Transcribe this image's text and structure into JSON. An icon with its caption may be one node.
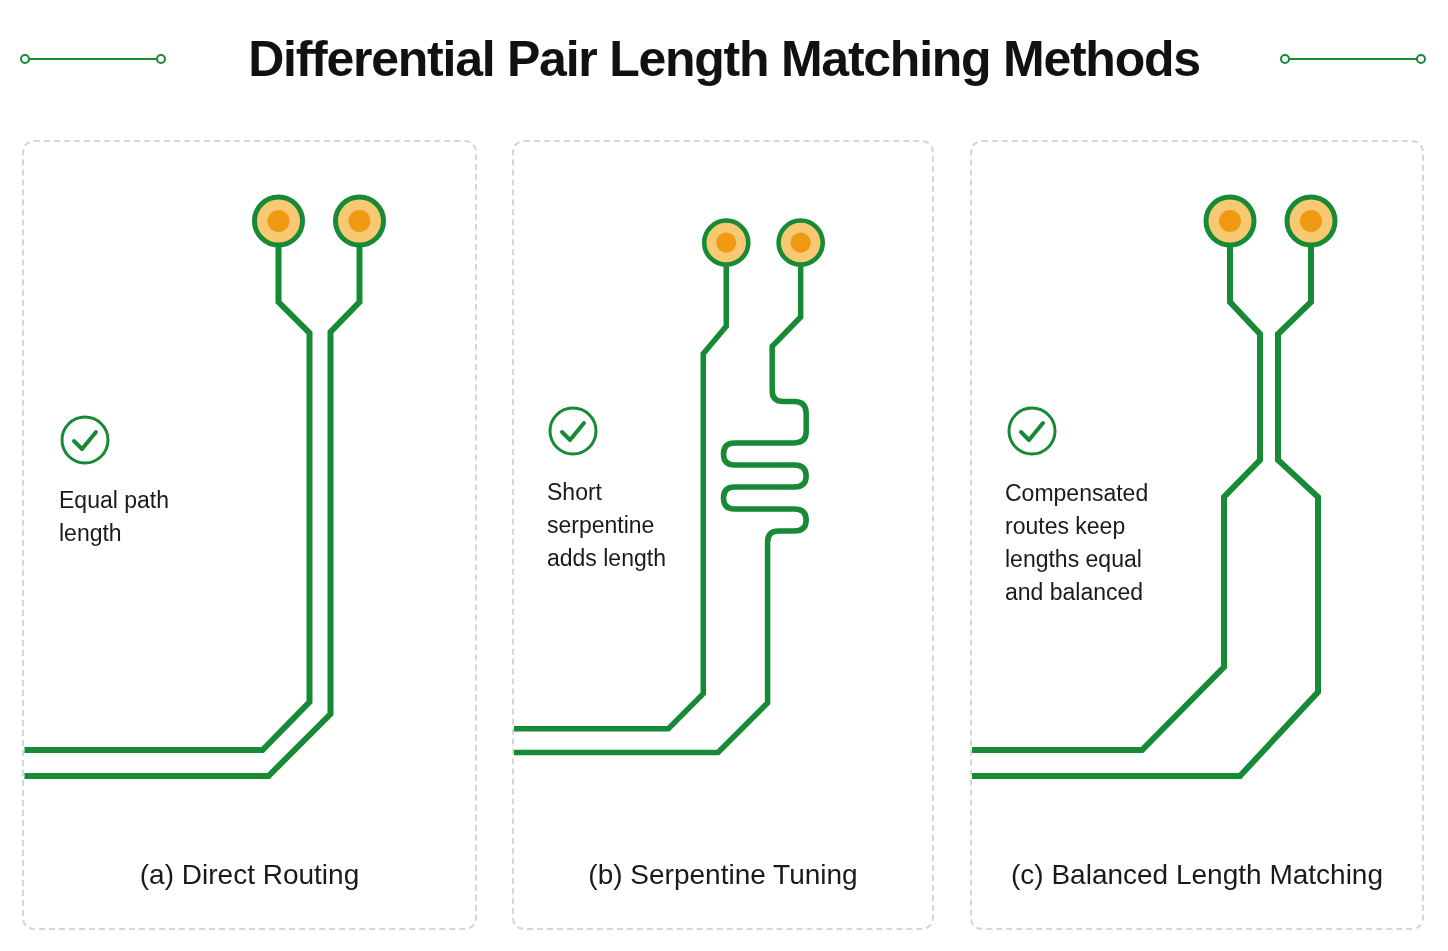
{
  "diagram": {
    "title": "Differential Pair Length Matching Methods",
    "nodes": [
      {
        "text": [
          "Equal path length",
          "(a) Direct Routing"
        ]
      },
      {
        "text": [
          "Short serpentine adds length",
          "(b) Serpentine Tuning"
        ]
      },
      {
        "text": [
          "Compensated routes keep lengths equal and balanced",
          "(c) Balanced Length Matching"
        ]
      }
    ]
  }
}
